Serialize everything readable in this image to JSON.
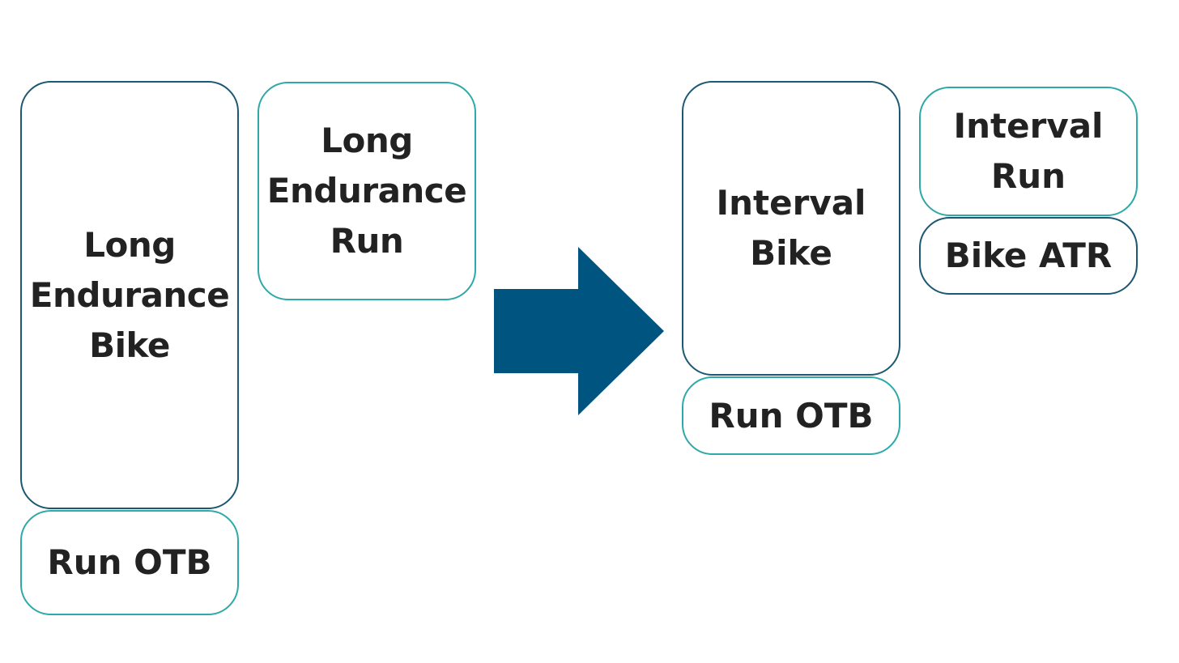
{
  "colors": {
    "dark_border": "#1c5873",
    "teal_border": "#2fa8a8",
    "arrow": "#005580",
    "text": "#222222"
  },
  "before": {
    "bike_box": "Long\nEndurance\nBike",
    "run_otb_box": "Run OTB",
    "run_box": "Long\nEndurance\nRun"
  },
  "arrow_icon": "right-arrow-icon",
  "after": {
    "bike_box": "Interval\nBike",
    "run_otb_box": "Run OTB",
    "run_box": "Interval\nRun",
    "bike_atr_box": "Bike ATR"
  }
}
